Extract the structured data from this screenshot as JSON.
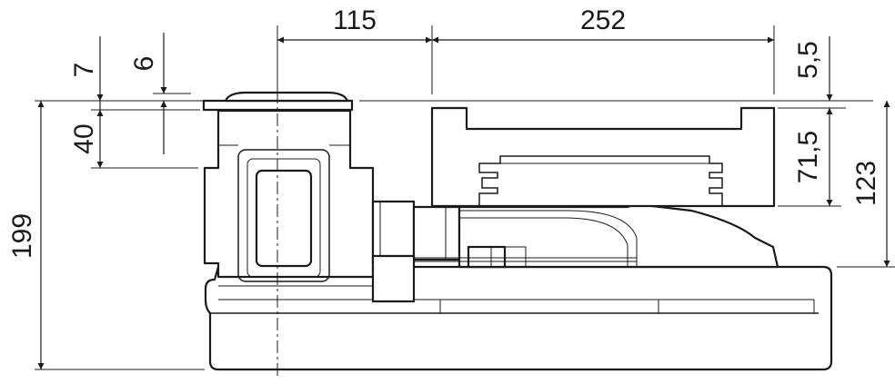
{
  "dimensions": {
    "d115": "115",
    "d252": "252",
    "d7": "7",
    "d6": "6",
    "d40": "40",
    "d199": "199",
    "d5_5": "5,5",
    "d71_5": "71,5",
    "d123": "123"
  }
}
